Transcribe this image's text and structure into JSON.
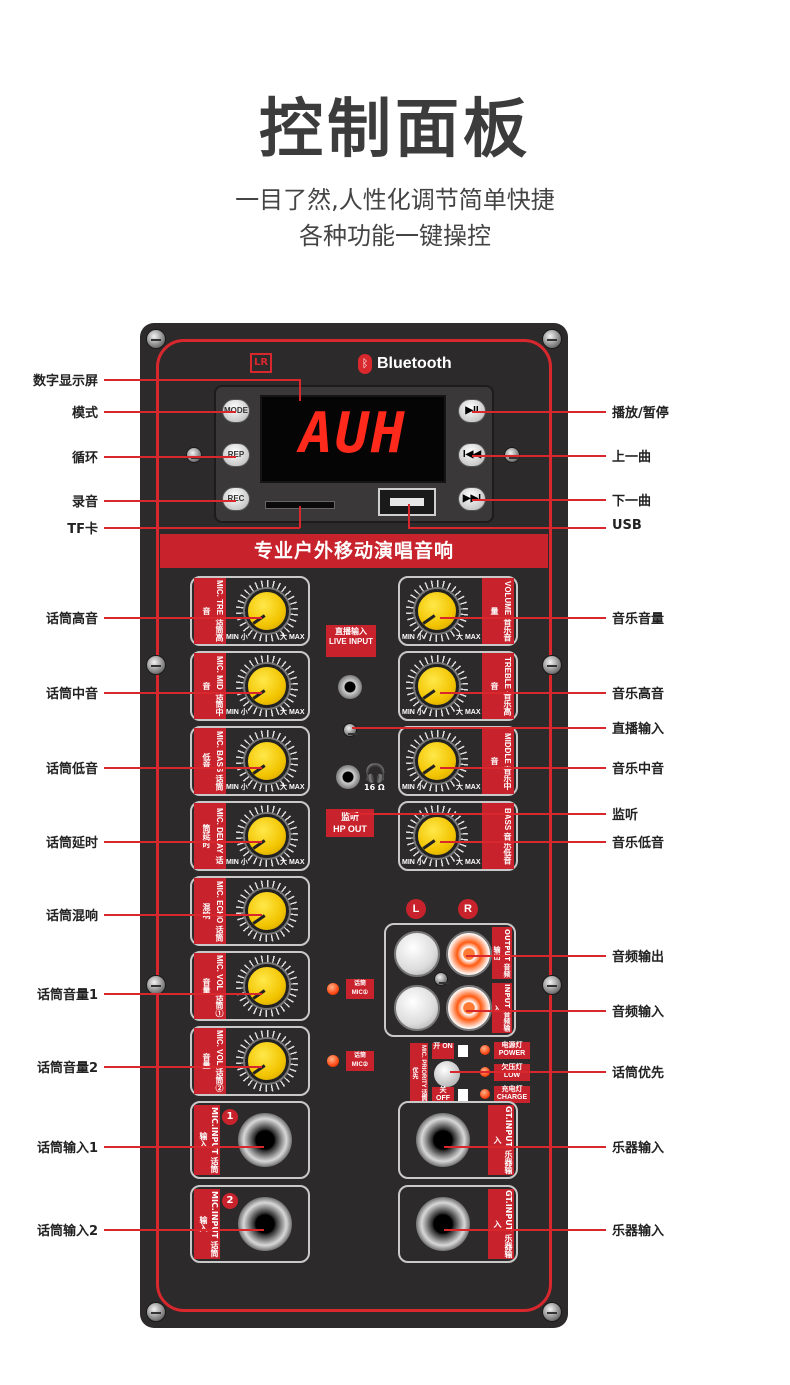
{
  "header": {
    "title": "控制面板",
    "subtitle_line1": "一目了然,人性化调节简单快捷",
    "subtitle_line2": "各种功能一键操控"
  },
  "panel": {
    "logo": "LR",
    "bluetooth_label": "Bluetooth",
    "display_text": "AUH",
    "buttons": {
      "mode": "MODE",
      "rep": "REP",
      "rec": "REC",
      "play": "▶II",
      "prev": "I◀◀",
      "next": "▶▶I"
    },
    "band_title": "专业户外移动演唱音响",
    "left_knobs": [
      {
        "en": "MIC. TRE",
        "cn": "话筒高音"
      },
      {
        "en": "MIC. MID",
        "cn": "话筒中音"
      },
      {
        "en": "MIC. BASS",
        "cn": "话筒低音"
      },
      {
        "en": "MIC. DELAY",
        "cn": "话筒延时"
      },
      {
        "en": "MIC. ECHO",
        "cn": "话筒混响"
      },
      {
        "en": "MIC. VOL",
        "cn": "话筒①音量"
      },
      {
        "en": "MIC. VOL",
        "cn": "话筒②音量"
      }
    ],
    "right_knobs": [
      {
        "en": "VOLUME",
        "cn": "音乐音量"
      },
      {
        "en": "TREBLE",
        "cn": "音乐高音"
      },
      {
        "en": "MIDDLE",
        "cn": "音乐中音"
      },
      {
        "en": "BASS",
        "cn": "音乐低音"
      }
    ],
    "scale": {
      "min": "MIN",
      "small": "小",
      "big": "大",
      "max": "MAX"
    },
    "live_input": {
      "cn": "直播输入",
      "en": "LIVE INPUT"
    },
    "hp_out": {
      "cn": "监听",
      "en": "HP OUT",
      "impedance": "16 Ω"
    },
    "mic1_led": {
      "cn": "话筒",
      "en": "MIC①"
    },
    "mic2_led": {
      "cn": "话筒",
      "en": "MIC②"
    },
    "rca": {
      "left": "L",
      "right": "R",
      "output": {
        "en": "OUTPUT",
        "cn": "音频输出"
      },
      "input": {
        "en": "INPUT",
        "cn": "音频输入"
      }
    },
    "priority": {
      "label_en": "MIC. PRIORITY",
      "label_cn": "话筒优先",
      "on": "开 ON",
      "off": "关 OFF",
      "power": {
        "cn": "电源灯",
        "en": "POWER"
      },
      "low": {
        "cn": "欠压灯",
        "en": "LOW"
      },
      "charge": {
        "cn": "充电灯",
        "en": "CHARGE"
      }
    },
    "mic_inputs": [
      {
        "num": "1",
        "en": "MIC.INPUT",
        "cn": "话筒输入"
      },
      {
        "num": "2",
        "en": "MIC.INPUT",
        "cn": "话筒输入"
      }
    ],
    "gt_inputs": [
      {
        "en": "GT.INPUT",
        "cn": "乐器输入"
      },
      {
        "en": "GT.INPUT",
        "cn": "乐器输入"
      }
    ]
  },
  "callouts": {
    "left": [
      "数字显示屏",
      "模式",
      "循环",
      "录音",
      "TF卡",
      "话筒高音",
      "话筒中音",
      "话筒低音",
      "话筒延时",
      "话筒混响",
      "话筒音量1",
      "话筒音量2",
      "话筒输入1",
      "话筒输入2"
    ],
    "right": [
      "播放/暂停",
      "上一曲",
      "下一曲",
      "USB",
      "音乐音量",
      "音乐高音",
      "直播输入",
      "音乐中音",
      "监听",
      "音乐低音",
      "音频输出",
      "音频输入",
      "话筒优先",
      "乐器输入",
      "乐器输入"
    ]
  },
  "colors": {
    "accent": "#d9272e",
    "panel": "#2c2a2b",
    "knob": "#f2c400",
    "lcd": "#ff2a1c"
  }
}
